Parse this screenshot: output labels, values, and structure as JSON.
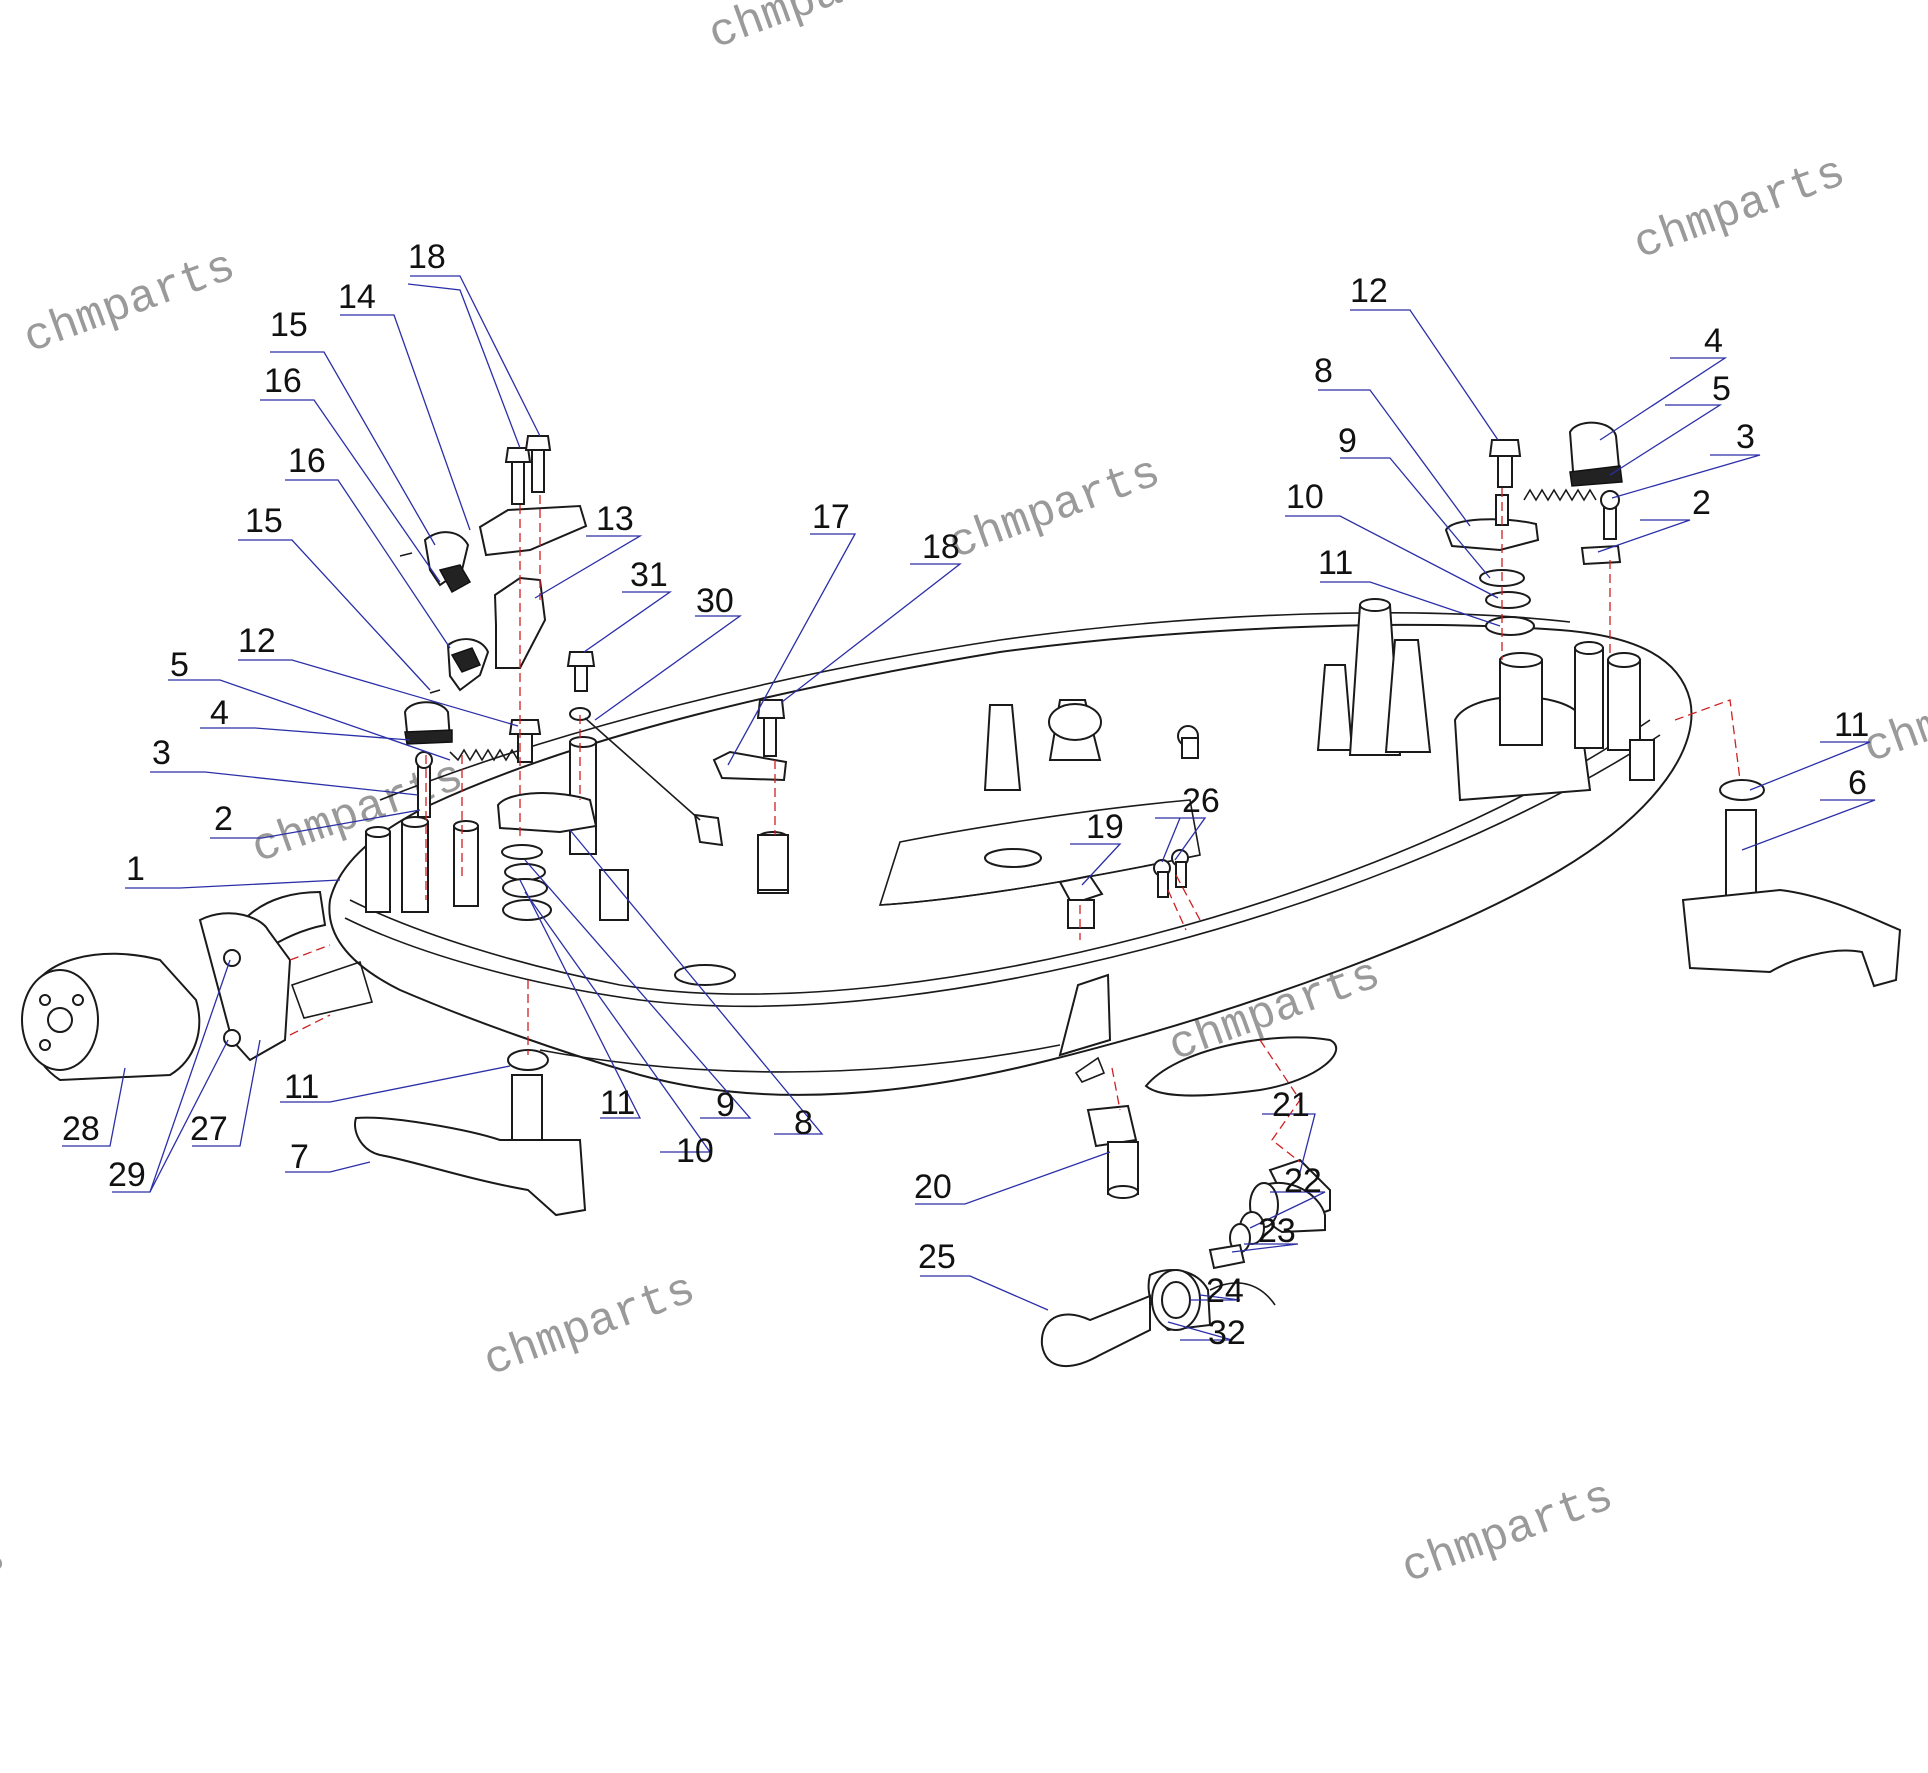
{
  "watermark_text": "chmparts",
  "colors": {
    "leader": "#2b2fa8",
    "axis": "#d02020",
    "linework": "#1a1a1a",
    "watermark": "#9a9a9a"
  },
  "callouts": {
    "c1": "1",
    "c2l": "2",
    "c3l": "3",
    "c4l": "4",
    "c5l": "5",
    "c7": "7",
    "c8l": "8",
    "c9l": "9",
    "c10l": "10",
    "c11l": "11",
    "c11b": "11",
    "c12l": "12",
    "c13": "13",
    "c14": "14",
    "c15a": "15",
    "c15b": "15",
    "c16a": "16",
    "c16b": "16",
    "c17": "17",
    "c18a": "18",
    "c18b": "18",
    "c19": "19",
    "c20": "20",
    "c21": "21",
    "c22": "22",
    "c23": "23",
    "c24": "24",
    "c25": "25",
    "c26": "26",
    "c27": "27",
    "c28": "28",
    "c29": "29",
    "c30": "30",
    "c31": "31",
    "c32": "32",
    "c12r": "12",
    "c8r": "8",
    "c9r": "9",
    "c10r": "10",
    "c11r": "11",
    "c4r": "4",
    "c5r": "5",
    "c3r": "3",
    "c2r": "2",
    "c11rr": "11",
    "c6": "6"
  }
}
